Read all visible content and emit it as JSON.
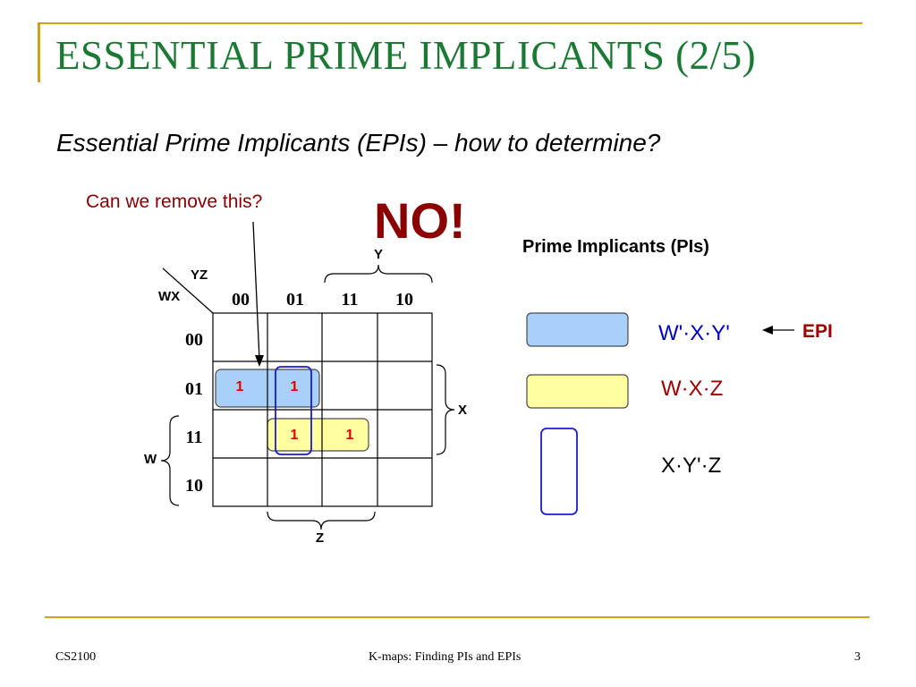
{
  "slide": {
    "title": "ESSENTIAL PRIME IMPLICANTS (2/5)",
    "subtitle": "Essential Prime Implicants (EPIs) – how to determine?",
    "question": "Can we remove this?",
    "answer": "NO!",
    "pi_heading": "Prime Implicants (PIs)"
  },
  "kmap": {
    "row_var": "WX",
    "col_var": "YZ",
    "col_headers": [
      "00",
      "01",
      "11",
      "10"
    ],
    "row_headers": [
      "00",
      "01",
      "11",
      "10"
    ],
    "group_labels": {
      "y": "Y",
      "x": "X",
      "w": "W",
      "z": "Z"
    },
    "cells": [
      {
        "row": "01",
        "col": "00",
        "value": "1"
      },
      {
        "row": "01",
        "col": "01",
        "value": "1"
      },
      {
        "row": "11",
        "col": "01",
        "value": "1"
      },
      {
        "row": "11",
        "col": "11",
        "value": "1"
      }
    ]
  },
  "legend": [
    {
      "expr": "W'·X·Y'",
      "color": "#0000cc",
      "swatch_fill": "#a8d0f8",
      "swatch_stroke": "#4a4a4a"
    },
    {
      "expr": "W·X·Z",
      "color": "#a00000",
      "swatch_fill": "#ffffa0",
      "swatch_stroke": "#4a4a4a"
    },
    {
      "expr": "X·Y'·Z",
      "color": "#000000",
      "swatch_fill": "#ffffff",
      "swatch_stroke": "#1a1ad0"
    }
  ],
  "epi_label": "EPI",
  "footer": {
    "left": "CS2100",
    "center": "K-maps: Finding PIs and EPIs",
    "right": "3"
  }
}
